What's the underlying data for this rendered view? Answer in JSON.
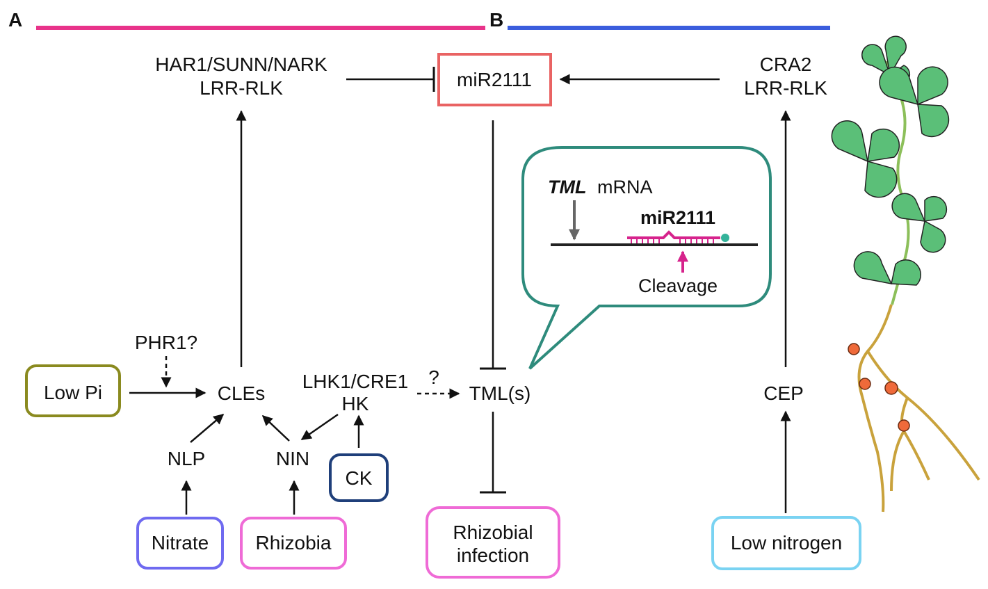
{
  "panels": {
    "a": "A",
    "b": "B"
  },
  "colors": {
    "panel_a_bar": "#e8338a",
    "panel_b_bar": "#3b5ddd",
    "mir_box": "#e96363",
    "bubble": "#2e8b7c",
    "low_pi_box": "#8a8a1f",
    "ck_box": "#1f3f7a",
    "nitrate_box": "#6f6af0",
    "rhizobia_box": "#ef6bd6",
    "infection_box": "#ef6bd6",
    "low_nitrogen_box": "#7ad3f2",
    "mirna_strand": "#d6238c",
    "cleavage_arrow": "#d6238c",
    "leaf": "#5bbf78",
    "stem": "#8cbf5a",
    "root": "#c9a23c",
    "nodule": "#ef6a3a"
  },
  "nodes": {
    "har1_line1": "HAR1/SUNN/NARK",
    "har1_line2": "LRR-RLK",
    "mir2111": "miR2111",
    "cra2_line1": "CRA2",
    "cra2_line2": "LRR-RLK",
    "phr1": "PHR1?",
    "low_pi": "Low Pi",
    "cles": "CLEs",
    "lhk1_line1": "LHK1/CRE1",
    "lhk1_line2": "HK",
    "question": "?",
    "tml": "TML(s)",
    "cep": "CEP",
    "nlp": "NLP",
    "nin": "NIN",
    "ck": "CK",
    "nitrate": "Nitrate",
    "rhizobia": "Rhizobia",
    "infection_line1": "Rhizobial",
    "infection_line2": "infection",
    "low_nitrogen": "Low nitrogen"
  },
  "bubble": {
    "tml_italic": "TML",
    "mrna": "mRNA",
    "mir_label": "miR2111",
    "cleavage": "Cleavage"
  }
}
